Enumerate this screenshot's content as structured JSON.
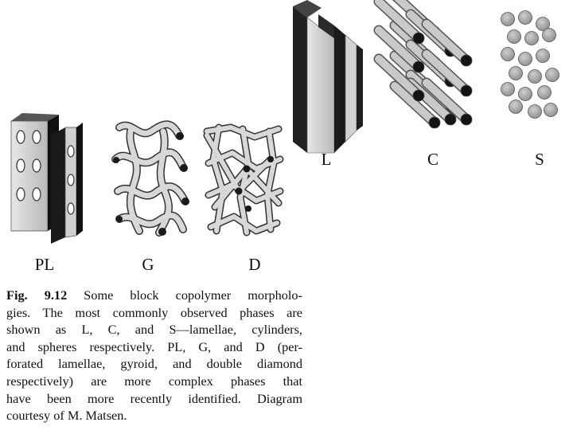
{
  "figure": {
    "labels": {
      "L": "L",
      "C": "C",
      "S": "S",
      "PL": "PL",
      "G": "G",
      "D": "D"
    },
    "caption": {
      "figno": "Fig. 9.12",
      "lines": [
        "Some block copolymer morpholo-",
        "gies. The most commonly observed phases are",
        "shown as L, C, and S—lamellae, cylinders,",
        "and spheres respectively. PL, G, and D (per-",
        "forated lamellae, gyroid, and double diamond",
        "respectively) are more complex phases that",
        "have been more recently identified. Diagram",
        "courtesy of M. Matsen."
      ]
    }
  }
}
